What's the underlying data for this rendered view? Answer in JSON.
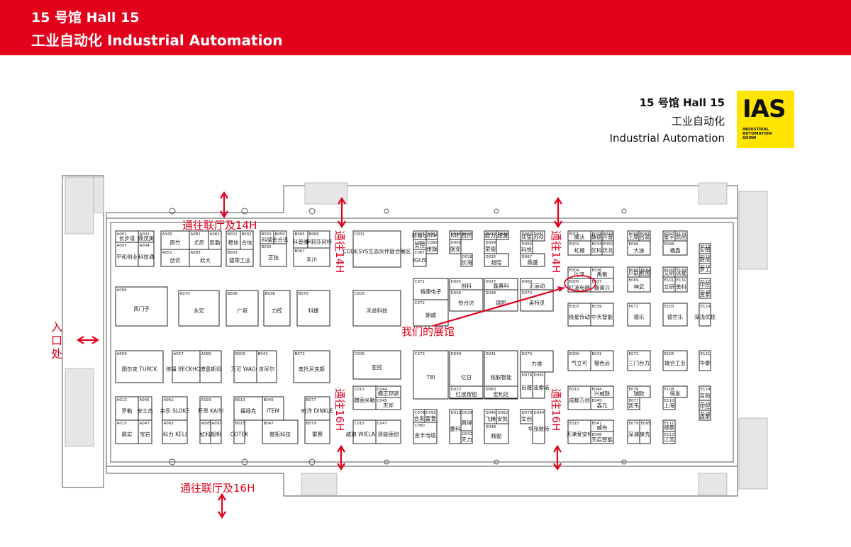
{
  "header": {
    "hall_line": "15 号馆 Hall 15",
    "name_line": "工业自动化 Industrial Automation"
  },
  "hall_info": {
    "title": "15 号馆 Hall 15",
    "cn_name": "工业自动化",
    "en_name": "Industrial Automation"
  },
  "logo": {
    "mark": "IAS",
    "lines": [
      "INDUSTRIAL",
      "AUTOMATION",
      "SHOW"
    ],
    "color": "#ffe500"
  },
  "annotations": {
    "to_lobby_14h": "通往联厅及14H",
    "to_lobby_16h": "通往联厅及16H",
    "to_14h": "通往14H",
    "to_16h": "通往16H",
    "entrance": "入口处",
    "our_booth": "我们的展馆",
    "color": "#e3001b"
  },
  "booths": [
    {
      "code": "A001",
      "name": "长步道"
    },
    {
      "code": "A002",
      "name": "鼎茂美"
    },
    {
      "code": "A003",
      "name": "平和创业"
    },
    {
      "code": "A004",
      "name": "科技通"
    },
    {
      "code": "A049",
      "name": "辰竹"
    },
    {
      "code": "A081",
      "name": "尤尼"
    },
    {
      "code": "A082",
      "name": "凯勒"
    },
    {
      "code": "A051",
      "name": "创优"
    },
    {
      "code": "A083",
      "name": "欣大"
    },
    {
      "code": "B001",
      "name": "稳信"
    },
    {
      "code": "B002",
      "name": "合信"
    },
    {
      "code": "B003",
      "name": "德荣工业"
    },
    {
      "code": "B033",
      "name": "科德"
    },
    {
      "code": "B050",
      "name": "金合讯"
    },
    {
      "code": "B035",
      "name": "正弦"
    },
    {
      "code": "B065",
      "name": "科普维"
    },
    {
      "code": "B066",
      "name": "伊莉莎冈特"
    },
    {
      "code": "B067",
      "name": "禾川"
    },
    {
      "code": "C001",
      "name": "CODESYS生态伙伴联合展区"
    },
    {
      "code": "C065",
      "name": "新格尔"
    },
    {
      "code": "C081",
      "name": "Bile"
    },
    {
      "code": "C066",
      "name": "安控"
    },
    {
      "code": "C082",
      "name": "维旗"
    },
    {
      "code": "C067",
      "name": "IGUS"
    },
    {
      "code": "D001",
      "name": "IGE"
    },
    {
      "code": "D017",
      "name": "西贝"
    },
    {
      "code": "D002",
      "name": "盛变"
    },
    {
      "code": "D018",
      "name": "长海"
    },
    {
      "code": "D033",
      "name": "欧力"
    },
    {
      "code": "D049",
      "name": "超速"
    },
    {
      "code": "D034",
      "name": "荣德"
    },
    {
      "code": "D035",
      "name": "超隐"
    },
    {
      "code": "D065",
      "name": "双猛"
    },
    {
      "code": "D081",
      "name": "苏众"
    },
    {
      "code": "D066",
      "name": "科悦"
    },
    {
      "code": "D067",
      "name": "鼎盛"
    },
    {
      "code": "E001",
      "name": "威沃"
    },
    {
      "code": "E002",
      "name": "虹福"
    },
    {
      "code": "E033",
      "name": "魏德"
    },
    {
      "code": "E034",
      "name": "优科"
    },
    {
      "code": "E049",
      "name": "开普"
    },
    {
      "code": "E050",
      "name": "优龙"
    },
    {
      "code": "E065",
      "name": "上原"
    },
    {
      "code": "E081",
      "name": "合富"
    },
    {
      "code": "E066",
      "name": "大迪"
    },
    {
      "code": "E097",
      "name": "星宇"
    },
    {
      "code": "E129",
      "name": "凯创"
    },
    {
      "code": "E098",
      "name": "福鑫"
    },
    {
      "code": "E113",
      "name": "宏图"
    },
    {
      "code": "E115",
      "name": "联信"
    },
    {
      "code": "E116",
      "name": "罗工"
    },
    {
      "code": "A006",
      "name": "西门子"
    },
    {
      "code": "A070",
      "name": "永宏"
    },
    {
      "code": "B006",
      "name": "广奇"
    },
    {
      "code": "B038",
      "name": "力控"
    },
    {
      "code": "B070",
      "name": "科捷"
    },
    {
      "code": "C003",
      "name": "禾益科技"
    },
    {
      "code": "C071",
      "name": "格康电子"
    },
    {
      "code": "C072",
      "name": "朗威"
    },
    {
      "code": "D005",
      "name": "创科"
    },
    {
      "code": "D006",
      "name": "怡合达"
    },
    {
      "code": "D037",
      "name": "鑫赛科"
    },
    {
      "code": "D038",
      "name": "德凯"
    },
    {
      "code": "D069",
      "name": "正运动"
    },
    {
      "code": "D070",
      "name": "英特灵"
    },
    {
      "code": "E004",
      "name": "比泽"
    },
    {
      "code": "E005",
      "name": "红波电器"
    },
    {
      "code": "E036",
      "name": "禹衡"
    },
    {
      "code": "E037",
      "name": "鑫普兴"
    },
    {
      "code": "E068",
      "name": "川联"
    },
    {
      "code": "E084",
      "name": "胜图"
    },
    {
      "code": "E069",
      "name": "神武"
    },
    {
      "code": "E100",
      "name": "艾研"
    },
    {
      "code": "E130",
      "name": "派星"
    },
    {
      "code": "E101",
      "name": "艾研"
    },
    {
      "code": "E131",
      "name": "美科"
    },
    {
      "code": "E117",
      "name": "中控"
    },
    {
      "code": "E118",
      "name": "金泰"
    },
    {
      "code": "E007",
      "name": "极星传动"
    },
    {
      "code": "E039",
      "name": "中天智能"
    },
    {
      "code": "E071",
      "name": "德乐"
    },
    {
      "code": "E103",
      "name": "德世乐"
    },
    {
      "code": "E119",
      "name": "深浅优视"
    },
    {
      "code": "A009",
      "name": "图尔克 TURCK"
    },
    {
      "code": "A057",
      "name": "倍福 BECKHOFF"
    },
    {
      "code": "A089",
      "name": "博恩斯坦"
    },
    {
      "code": "B009",
      "name": "万可 WAGO"
    },
    {
      "code": "B041",
      "name": "吉尼尔"
    },
    {
      "code": "B073",
      "name": "奥托尼克斯"
    },
    {
      "code": "C009",
      "name": "亚控"
    },
    {
      "code": "C073",
      "name": "TBI"
    },
    {
      "code": "D009",
      "name": "亿日"
    },
    {
      "code": "D041",
      "name": "铭毅智能"
    },
    {
      "code": "D073",
      "name": "力准"
    },
    {
      "code": "E009",
      "name": "气立可"
    },
    {
      "code": "E041",
      "name": "檀色云"
    },
    {
      "code": "E073",
      "name": "三门台力"
    },
    {
      "code": "E105",
      "name": "瑞合工业"
    },
    {
      "code": "E121",
      "name": "华泰"
    },
    {
      "code": "A013",
      "name": "罗勒"
    },
    {
      "code": "A045",
      "name": "安士杰"
    },
    {
      "code": "A015",
      "name": "鼎实"
    },
    {
      "code": "A047",
      "name": "宝岩"
    },
    {
      "code": "A061",
      "name": "串乐 SLOKE"
    },
    {
      "code": "A063",
      "name": "科力 KELI"
    },
    {
      "code": "A093",
      "name": "开思 KAISI"
    },
    {
      "code": "A095",
      "name": "虹科"
    },
    {
      "code": "A097",
      "name": "超帆"
    },
    {
      "code": "B013",
      "name": "福禄克"
    },
    {
      "code": "B015",
      "name": "COTEK"
    },
    {
      "code": "B045",
      "name": "ITEM"
    },
    {
      "code": "B047",
      "name": "傲拓科技"
    },
    {
      "code": "B077",
      "name": "町洋 DINKLE"
    },
    {
      "code": "B079",
      "name": "雷赛"
    },
    {
      "code": "C012",
      "name": "魏德米勒"
    },
    {
      "code": "C044",
      "name": "横正邦顿"
    },
    {
      "code": "C045",
      "name": "天斧"
    },
    {
      "code": "C015",
      "name": "威琅 WIELAND"
    },
    {
      "code": "C047",
      "name": "清能德创"
    },
    {
      "code": "C078",
      "name": "合发"
    },
    {
      "code": "C095",
      "name": "雷普"
    },
    {
      "code": "C080",
      "name": "金丰电缆"
    },
    {
      "code": "D012",
      "name": "红波按钮"
    },
    {
      "code": "D013",
      "name": "菱科"
    },
    {
      "code": "D029",
      "name": "昌得"
    },
    {
      "code": "D032",
      "name": "天力"
    },
    {
      "code": "D060",
      "name": "宏利达"
    },
    {
      "code": "D045",
      "name": "飞腾"
    },
    {
      "code": "D062",
      "name": "安凯"
    },
    {
      "code": "D048",
      "name": "精勤"
    },
    {
      "code": "D076",
      "name": "自晟"
    },
    {
      "code": "D091",
      "name": "宁波索诺"
    },
    {
      "code": "D078",
      "name": "军创"
    },
    {
      "code": "D094",
      "name": "华茂致特"
    },
    {
      "code": "E012",
      "name": "成都万创"
    },
    {
      "code": "E044",
      "name": "兴威联"
    },
    {
      "code": "E045",
      "name": "森元"
    },
    {
      "code": "E015",
      "name": "天津爱安特"
    },
    {
      "code": "E047",
      "name": "威布"
    },
    {
      "code": "E048",
      "name": "天启智能"
    },
    {
      "code": "E076",
      "name": "瑞欧"
    },
    {
      "code": "E077",
      "name": "凯韦"
    },
    {
      "code": "E079",
      "name": "深浦"
    },
    {
      "code": "E095",
      "name": "泉先"
    },
    {
      "code": "E108",
      "name": "得发"
    },
    {
      "code": "E110",
      "name": "上海"
    },
    {
      "code": "E111",
      "name": "顺泰"
    },
    {
      "code": "E112",
      "name": "江苏"
    },
    {
      "code": "E124",
      "name": "百船"
    },
    {
      "code": "E125",
      "name": "中控"
    },
    {
      "code": "E128",
      "name": "鑫泰"
    }
  ]
}
